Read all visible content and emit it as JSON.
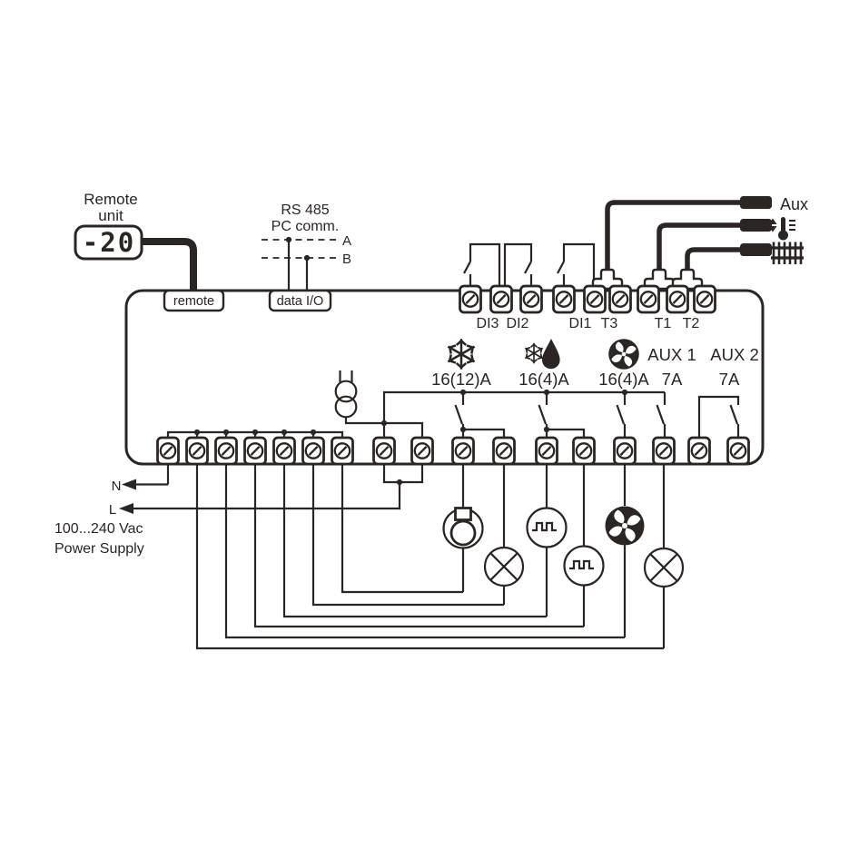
{
  "colors": {
    "line": "#2b2523",
    "background": "#ffffff"
  },
  "remote_unit": {
    "title_line1": "Remote",
    "title_line2": "unit",
    "display_value": "-20",
    "port_label": "remote"
  },
  "pc_comm": {
    "title_line1": "RS 485",
    "title_line2": "PC comm.",
    "wire_a_label": "A",
    "wire_b_label": "B",
    "port_label": "data I/O"
  },
  "digital_inputs": {
    "di3": "DI3",
    "di2": "DI2",
    "di1": "DI1"
  },
  "probe_terminals": {
    "t3": "T3",
    "t1": "T1",
    "t2": "T2"
  },
  "probes": {
    "aux_label": "Aux",
    "t1_icon": "thermometer-icon",
    "t2_icon": "evaporator-coil-icon"
  },
  "relay_outputs": {
    "compressor": {
      "icon": "snowflake-icon",
      "rating": "16(12)A"
    },
    "defrost": {
      "icon": "defrost-drop-icon",
      "rating": "16(4)A"
    },
    "fan": {
      "icon": "fan-icon",
      "rating": "16(4)A"
    },
    "aux1": {
      "label": "AUX 1",
      "rating": "7A"
    },
    "aux2": {
      "label": "AUX 2",
      "rating": "7A"
    }
  },
  "power_supply": {
    "neutral": "N",
    "line": "L",
    "voltage": "100...240 Vac",
    "label": "Power Supply"
  }
}
